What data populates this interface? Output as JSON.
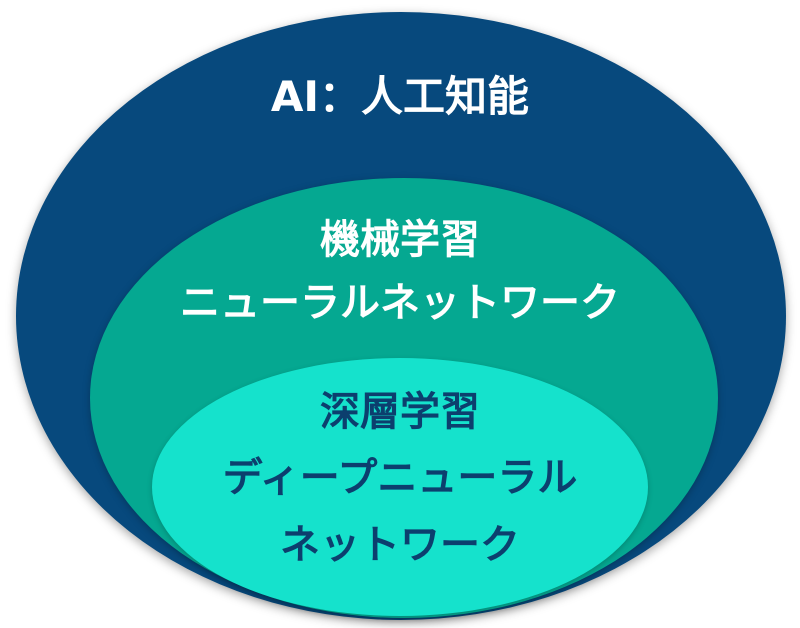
{
  "outer": {
    "title": "AI：人工知能",
    "fill_color": "#07497d",
    "text_color": "#ffffff"
  },
  "middle": {
    "title": "機械学習",
    "subtitle": "ニューラルネットワーク",
    "fill_color": "#05a891",
    "text_color": "#ffffff"
  },
  "inner": {
    "title": "深層学習",
    "subtitle_line1": "ディープニューラル",
    "subtitle_line2": "ネットワーク",
    "fill_color": "#15e2cc",
    "text_color": "#0c3f6e"
  }
}
